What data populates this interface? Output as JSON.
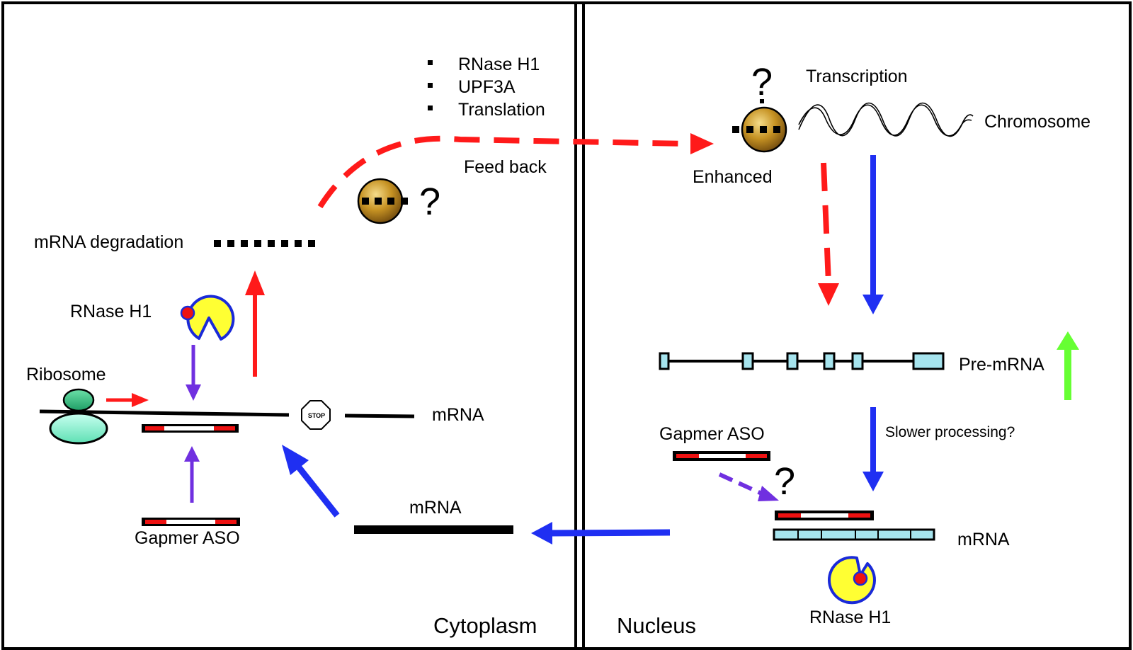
{
  "compartments": {
    "cytoplasm": "Cytoplasm",
    "nucleus": "Nucleus"
  },
  "bullets": [
    "RNase H1",
    "UPF3A",
    "Translation"
  ],
  "labels": {
    "feed_back": "Feed back",
    "mrna_degradation": "mRNA degradation",
    "rnase_h1_cyto": "RNase H1",
    "ribosome": "Ribosome",
    "mrna_cyto_right": "mRNA",
    "stop_sign": "STOP",
    "gapmer_cyto": "Gapmer ASO",
    "mrna_cyto_transport": "mRNA",
    "transcription": "Transcription",
    "chromosome": "Chromosome",
    "enhanced": "Enhanced",
    "pre_mrna": "Pre-mRNA",
    "slower_processing": "Slower processing?",
    "gapmer_nuc": "Gapmer ASO",
    "mrna_nuc": "mRNA",
    "rnase_h1_nuc": "RNase H1",
    "question_mark": "?"
  },
  "colors": {
    "red_arrow": "#ff1a1a",
    "blue_arrow": "#1f2ff2",
    "purple_arrow": "#7030e0",
    "green_arrow": "#66ff33",
    "pacman_fill": "#ffff33",
    "pacman_stroke": "#1a2ad8",
    "ball_fill": "#b8861c",
    "exon_fill": "#a6e4ee",
    "ribosome_small": "#33cc88",
    "ribosome_large": "#88ffcc",
    "aso_red": "#ee1111"
  }
}
